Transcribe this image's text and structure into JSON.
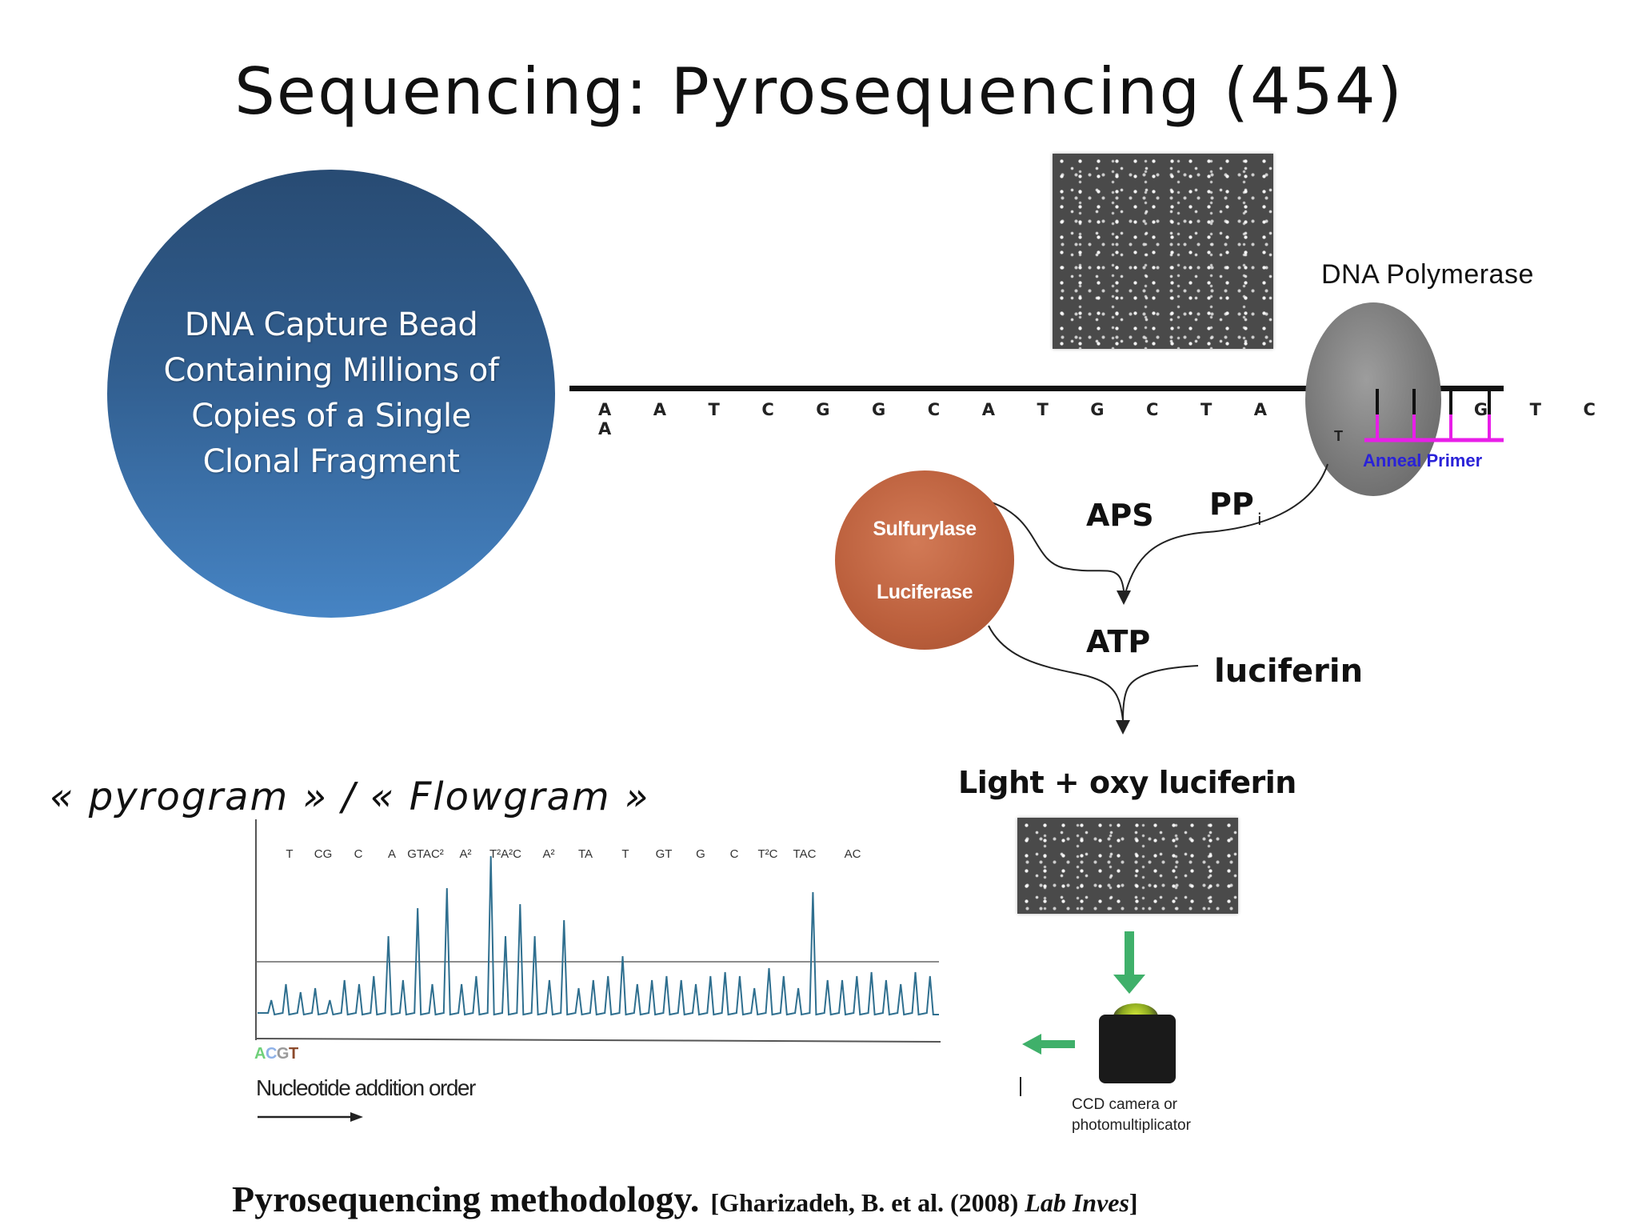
{
  "title": "Sequencing: Pyrosequencing (454)",
  "bead": {
    "text": "DNA Capture Bead\nContaining Millions of\nCopies of a Single\nClonal Fragment"
  },
  "template": {
    "sequence": "A A T C G G C A T G C T A A A A G T C A"
  },
  "polymerase": {
    "label": "DNA Polymerase",
    "t_label": "T",
    "primer_label": "Anneal Primer"
  },
  "enzymes": {
    "line1": "Sulfurylase",
    "line2": "Luciferase"
  },
  "reaction": {
    "aps": "APS",
    "ppi": "PP",
    "ppi_sub": "i",
    "atp": "ATP",
    "luciferin": "luciferin",
    "light": "Light + oxy luciferin"
  },
  "pyrogram_label": "« pyrogram » /  « Flowgram »",
  "pyrogram": {
    "peak_labels": [
      "T",
      "CG",
      "C",
      "A",
      "GTAC²",
      "A²",
      "T²A²C",
      "A²",
      "TA",
      "T",
      "GT",
      "G",
      "C",
      "T²C",
      "TAC",
      "AC"
    ],
    "acgt": {
      "A": "A",
      "C": "C",
      "G": "G",
      "T": "T"
    },
    "acgt_colors": {
      "A": "#6fd07a",
      "C": "#8fb2e8",
      "G": "#9a9a9a",
      "T": "#8c4a2c"
    },
    "x_label": "Nucleotide addition order"
  },
  "camera": {
    "label": "CCD camera or\nphotomultiplicator"
  },
  "citation": {
    "main": "Pyrosequencing methodology.",
    "ref": "[Gharizadeh, B. et al. (2008) ",
    "journal": "Lab Inves",
    "close": "]"
  },
  "colors": {
    "primer": "#e81ee8",
    "primer_text": "#2a22d8",
    "arrow_green": "#3fb06a",
    "trace": "#2f6f8f"
  }
}
